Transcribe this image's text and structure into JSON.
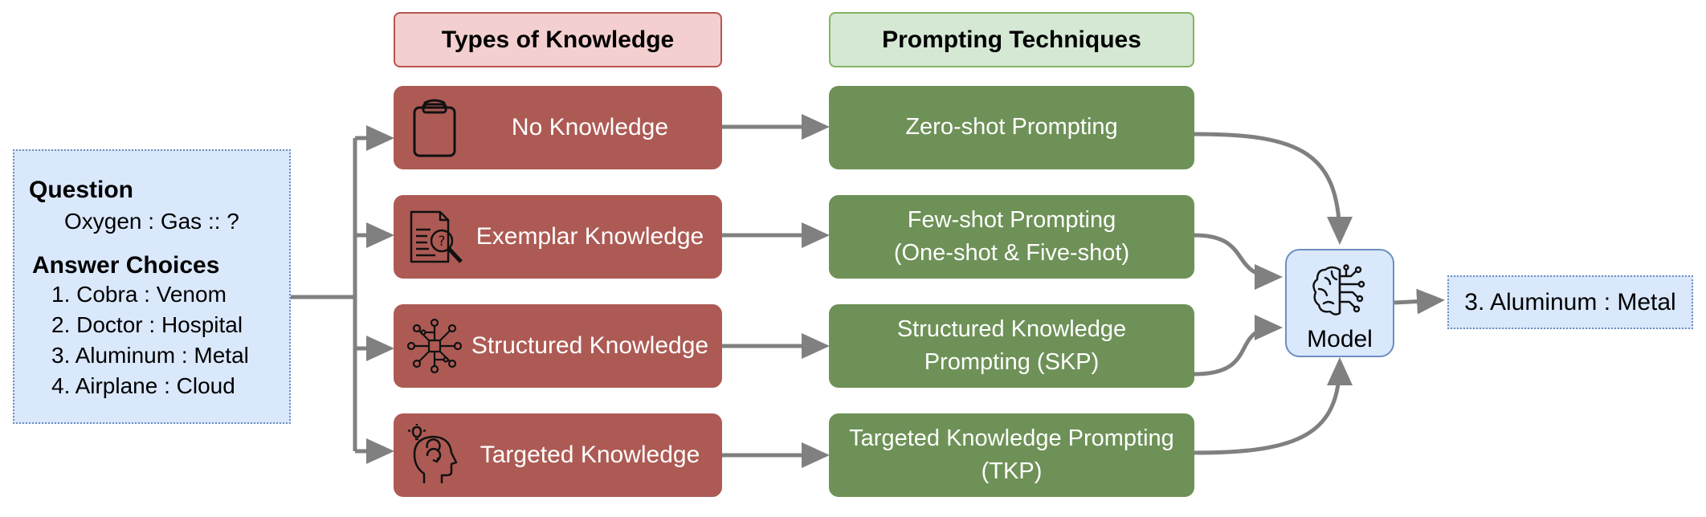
{
  "headers": {
    "knowledge": "Types of Knowledge",
    "techniques": "Prompting Techniques"
  },
  "question": {
    "title": "Question",
    "text": "Oxygen : Gas :: ?",
    "choices_title": "Answer Choices",
    "choices": [
      "1. Cobra : Venom",
      "2. Doctor : Hospital",
      "3. Aluminum : Metal",
      "4. Airplane : Cloud"
    ]
  },
  "knowledge_types": [
    {
      "label": "No Knowledge",
      "icon": "clipboard-icon"
    },
    {
      "label": "Exemplar Knowledge",
      "icon": "document-search-icon"
    },
    {
      "label": "Structured Knowledge",
      "icon": "network-icon"
    },
    {
      "label": "Targeted Knowledge",
      "icon": "head-idea-icon"
    }
  ],
  "techniques": [
    {
      "line1": "Zero-shot Prompting",
      "line2": ""
    },
    {
      "line1": "Few-shot Prompting",
      "line2": "(One-shot & Five-shot)"
    },
    {
      "line1": "Structured Knowledge",
      "line2": "Prompting (SKP)"
    },
    {
      "line1": "Targeted Knowledge Prompting",
      "line2": "(TKP)"
    }
  ],
  "model": {
    "label": "Model",
    "icon": "brain-icon"
  },
  "answer": "3. Aluminum : Metal",
  "colors": {
    "knowledge_fill": "#ad5a54",
    "technique_fill": "#6e9157",
    "blue_fill": "#dae8fc",
    "blue_stroke": "#6c8ebf",
    "arrow": "#808080"
  }
}
